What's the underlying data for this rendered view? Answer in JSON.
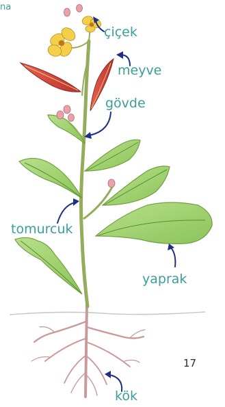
{
  "top_fragment": "na",
  "labels": {
    "flower": "çiçek",
    "fruit": "meyve",
    "stem": "gövde",
    "bud": "tomurcuk",
    "leaf": "yaprak",
    "root": "kök"
  },
  "page_number": "17",
  "colors": {
    "label": "#3a9e9a",
    "arrow": "#1f2f85",
    "stem": "#93ad5a",
    "leaf": "#9cd069",
    "leaf_vein": "#5e8c34",
    "root": "#c99a9a",
    "petal": "#f4d04a",
    "pod": "#d94b45",
    "bud": "#e9a3a8",
    "ground": "#c9c9c9"
  }
}
